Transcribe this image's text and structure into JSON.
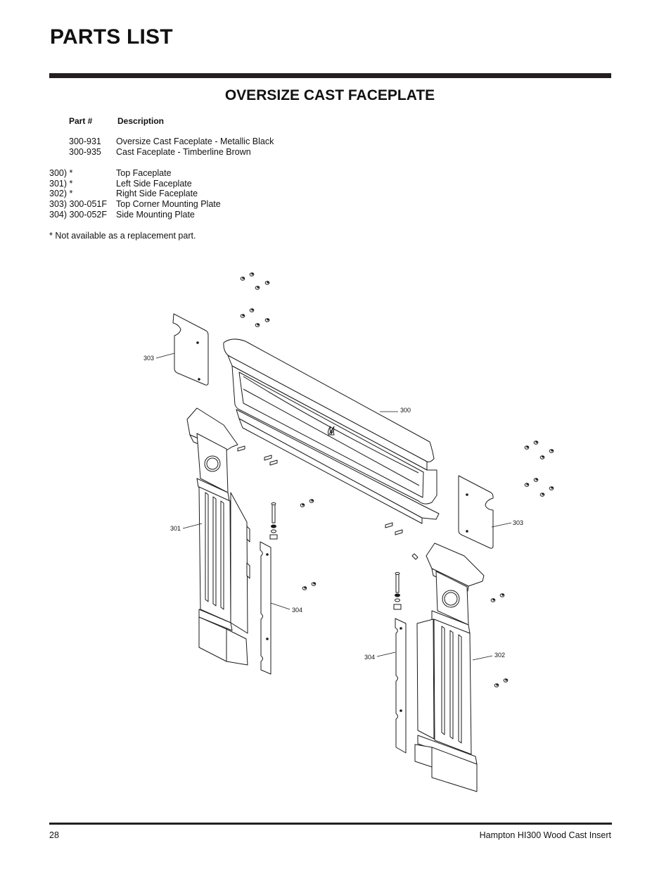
{
  "header": {
    "title": "PARTS LIST"
  },
  "section": {
    "title": "OVERSIZE CAST FACEPLATE"
  },
  "columns": {
    "part": "Part #",
    "description": "Description"
  },
  "kits": [
    {
      "part": "300-931",
      "description": "Oversize Cast Faceplate - Metallic Black"
    },
    {
      "part": "300-935",
      "description": "Cast Faceplate - Timberline Brown"
    }
  ],
  "parts": [
    {
      "ref": "300) *",
      "description": "Top Faceplate"
    },
    {
      "ref": "301) *",
      "description": "Left Side Faceplate"
    },
    {
      "ref": "302) *",
      "description": "Right Side Faceplate"
    },
    {
      "ref": "303) 300-051F",
      "description": "Top Corner Mounting Plate"
    },
    {
      "ref": "304) 300-052F",
      "description": "Side Mounting Plate"
    }
  ],
  "note": "* Not available as a replacement part.",
  "diagram": {
    "callouts": {
      "c303a": "303",
      "c300": "300",
      "c303b": "303",
      "c301": "301",
      "c304a": "304",
      "c304b": "304",
      "c302": "302"
    }
  },
  "footer": {
    "page_number": "28",
    "product": "Hampton HI300 Wood Cast Insert"
  }
}
